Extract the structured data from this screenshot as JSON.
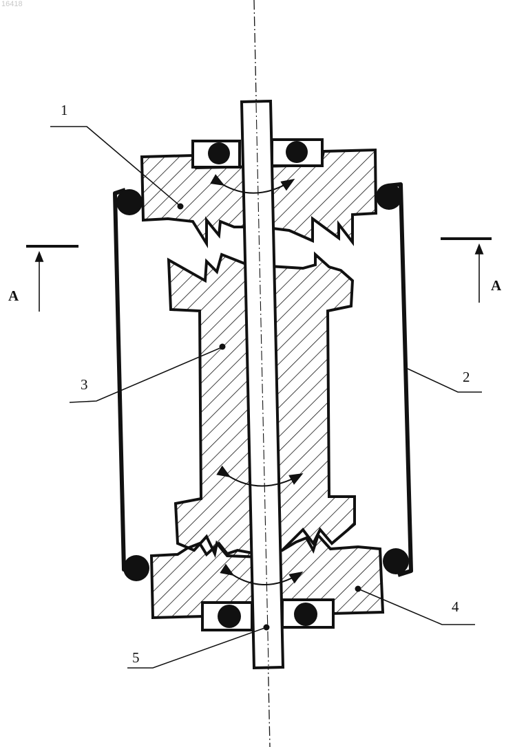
{
  "document_id": "16418",
  "labels": {
    "part_1": "1",
    "part_2": "2",
    "part_3": "3",
    "part_4": "4",
    "part_5": "5"
  },
  "section_marks": {
    "left": "A",
    "right": "A"
  },
  "colors": {
    "ink": "#111111",
    "background": "#ffffff"
  }
}
